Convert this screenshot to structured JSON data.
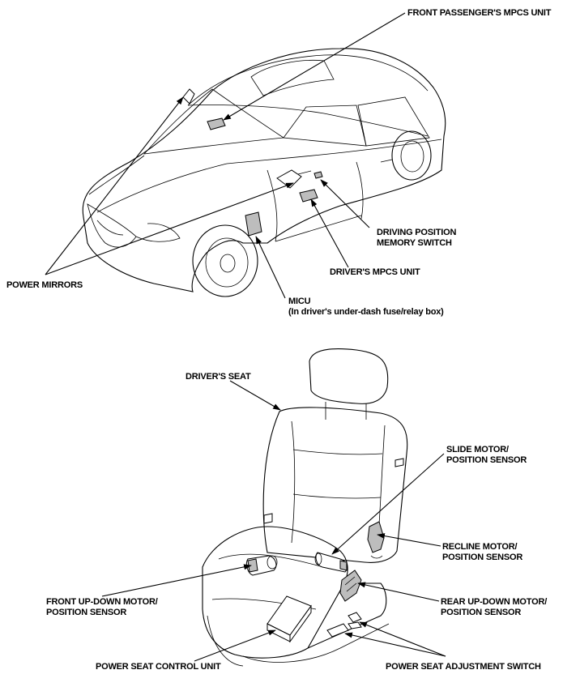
{
  "labels": {
    "front_passenger_mpcs": "FRONT PASSENGER'S MPCS UNIT",
    "driving_position_memory_switch_1": "DRIVING POSITION",
    "driving_position_memory_switch_2": "MEMORY SWITCH",
    "drivers_mpcs": "DRIVER'S MPCS UNIT",
    "power_mirrors": "POWER MIRRORS",
    "micu": "MICU",
    "micu_note": "(In driver's under-dash fuse/relay box)",
    "drivers_seat": "DRIVER'S SEAT",
    "slide_motor_1": "SLIDE MOTOR/",
    "slide_motor_2": "POSITION SENSOR",
    "recline_motor_1": "RECLINE MOTOR/",
    "recline_motor_2": "POSITION SENSOR",
    "front_updown_1": "FRONT UP-DOWN MOTOR/",
    "front_updown_2": "POSITION SENSOR",
    "rear_updown_1": "REAR UP-DOWN MOTOR/",
    "rear_updown_2": "POSITION SENSOR",
    "power_seat_control_unit": "POWER SEAT CONTROL UNIT",
    "power_seat_adjustment_switch": "POWER SEAT ADJUSTMENT SWITCH"
  }
}
